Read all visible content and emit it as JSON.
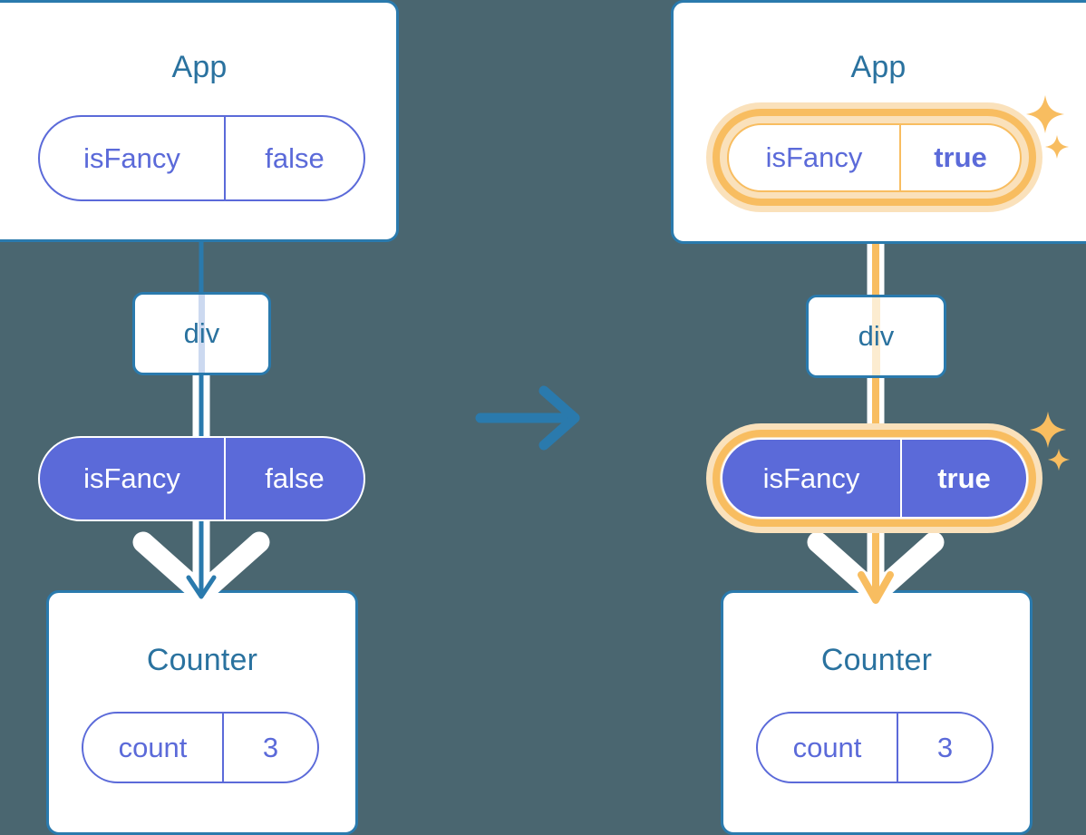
{
  "meta": {
    "background_color": "#4a6670",
    "box_border_color": "#2a7aad",
    "box_title_color": "#2a729f",
    "pill_purple": "#5b6ad9",
    "highlight_orange": "#f8bd60",
    "highlight_glow": "#fae1bb",
    "arrow_blue": "#2a7aad",
    "white": "#ffffff"
  },
  "panels": [
    {
      "id": "before",
      "name": "before-state",
      "app": {
        "title": "App",
        "state_pill": {
          "key": "isFancy",
          "value": "false",
          "highlighted": false,
          "bold_value": false
        }
      },
      "host": {
        "label": "div"
      },
      "props_pill": {
        "key": "isFancy",
        "value": "false",
        "highlighted": false,
        "bold_value": false
      },
      "counter": {
        "title": "Counter",
        "state_pill": {
          "key": "count",
          "value": "3",
          "highlighted": false,
          "bold_value": false
        }
      },
      "flow_color": "#2a7aad",
      "sparkles": []
    },
    {
      "id": "after",
      "name": "after-state",
      "app": {
        "title": "App",
        "state_pill": {
          "key": "isFancy",
          "value": "true",
          "highlighted": true,
          "bold_value": true
        }
      },
      "host": {
        "label": "div"
      },
      "props_pill": {
        "key": "isFancy",
        "value": "true",
        "highlighted": true,
        "bold_value": true
      },
      "counter": {
        "title": "Counter",
        "state_pill": {
          "key": "count",
          "value": "3",
          "highlighted": false,
          "bold_value": false
        }
      },
      "flow_color": "#f8bd60",
      "sparkles": [
        "sparkle-large",
        "sparkle-small",
        "sparkle-large",
        "sparkle-small"
      ]
    }
  ],
  "transition": {
    "icon": "arrow-right-icon",
    "color": "#2a7aad"
  }
}
